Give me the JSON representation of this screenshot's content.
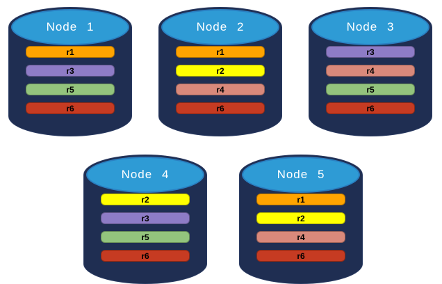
{
  "style": {
    "body_color": "#1F2E52",
    "top_color": "#2E9BD5",
    "top_border_color": "#2A7FC1",
    "title_color": "#FFFFFF",
    "replica_palette": {
      "r1": "#FFA400",
      "r2": "#FFFF00",
      "r3": "#8E7CC6",
      "r4": "#D9897B",
      "r5": "#93C47D",
      "r6": "#C63B22"
    }
  },
  "nodes": [
    {
      "title": "Node 1",
      "replicas": [
        {
          "label": "r1",
          "color": "#FFA400"
        },
        {
          "label": "r3",
          "color": "#8E7CC6"
        },
        {
          "label": "r5",
          "color": "#93C47D"
        },
        {
          "label": "r6",
          "color": "#C63B22"
        }
      ]
    },
    {
      "title": "Node 2",
      "replicas": [
        {
          "label": "r1",
          "color": "#FFA400"
        },
        {
          "label": "r2",
          "color": "#FFFF00"
        },
        {
          "label": "r4",
          "color": "#D9897B"
        },
        {
          "label": "r6",
          "color": "#C63B22"
        }
      ]
    },
    {
      "title": "Node 3",
      "replicas": [
        {
          "label": "r3",
          "color": "#8E7CC6"
        },
        {
          "label": "r4",
          "color": "#D9897B"
        },
        {
          "label": "r5",
          "color": "#93C47D"
        },
        {
          "label": "r6",
          "color": "#C63B22"
        }
      ]
    },
    {
      "title": "Node 4",
      "replicas": [
        {
          "label": "r2",
          "color": "#FFFF00"
        },
        {
          "label": "r3",
          "color": "#8E7CC6"
        },
        {
          "label": "r5",
          "color": "#93C47D"
        },
        {
          "label": "r6",
          "color": "#C63B22"
        }
      ]
    },
    {
      "title": "Node 5",
      "replicas": [
        {
          "label": "r1",
          "color": "#FFA400"
        },
        {
          "label": "r2",
          "color": "#FFFF00"
        },
        {
          "label": "r4",
          "color": "#D9897B"
        },
        {
          "label": "r6",
          "color": "#C63B22"
        }
      ]
    }
  ]
}
